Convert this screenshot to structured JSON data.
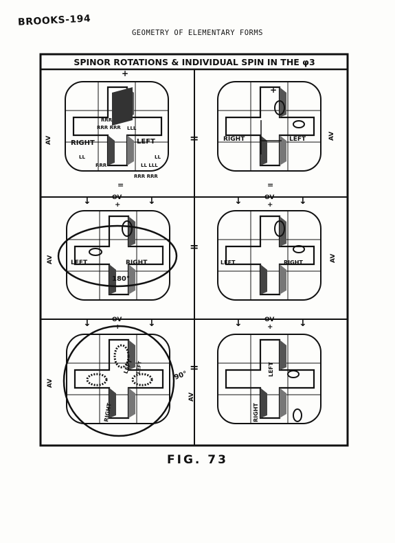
{
  "page_id": "BROOKS-194",
  "page_title": "GEOMETRY OF ELEMENTARY FORMS",
  "figure_title": "SPINOR ROTATIONS & INDIVIDUAL SPIN IN THE φ3",
  "caption": "FIG. 73",
  "symbols": {
    "plus": "+",
    "equals": "=",
    "ov": "OV",
    "av": "AV",
    "down_arrow": "↓"
  },
  "panels": {
    "top_left": {
      "labels": [
        "RIGHT",
        "LEFT",
        "RRR",
        "RRR RRR",
        "LLL",
        "LL",
        "LL LLL",
        "LL",
        "RRR",
        "RRR RRR"
      ]
    },
    "top_right": {
      "labels": [
        "RIGHT",
        "LEFT"
      ]
    },
    "mid_left": {
      "labels": [
        "LEFT",
        "RIGHT",
        "180°"
      ]
    },
    "mid_right": {
      "labels": [
        "LEFT",
        "RIGHT"
      ]
    },
    "bottom_left": {
      "labels": [
        "LEFT",
        "LEFT",
        "RIGHT",
        "90°"
      ]
    },
    "bottom_right": {
      "labels": [
        "LEFT",
        "RIGHT"
      ]
    }
  }
}
